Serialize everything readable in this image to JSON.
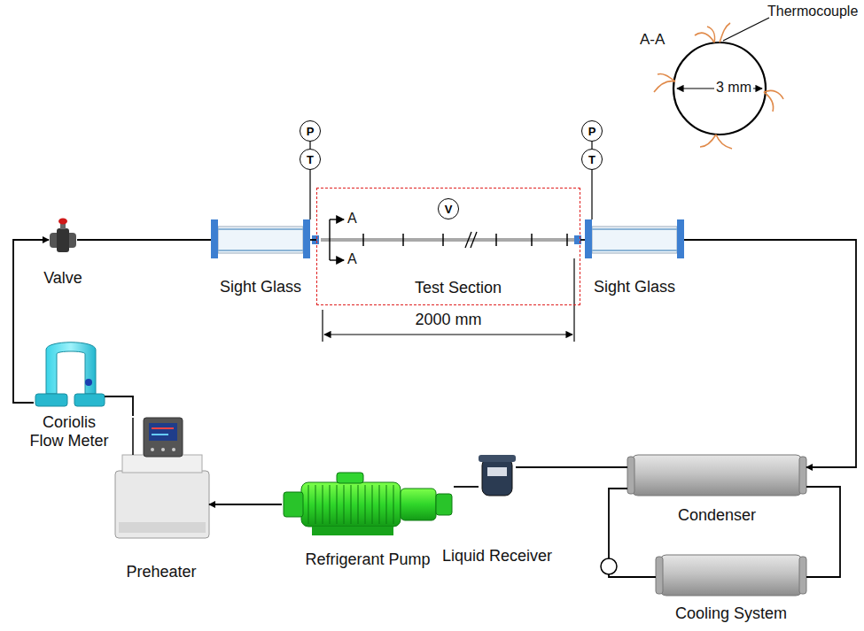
{
  "diagram": {
    "nodes": [
      {
        "text": [
          "P"
        ]
      },
      {
        "text": [
          "P"
        ]
      },
      {
        "text": [
          "T"
        ]
      },
      {
        "text": [
          "T"
        ]
      },
      {
        "text": [
          "Valve"
        ]
      },
      {
        "text": [
          "Sight Glass"
        ]
      },
      {
        "text": [
          "Test Section"
        ]
      },
      {
        "text": [
          "V"
        ],
        "in": 6
      },
      {
        "text": [
          "Sight Glass"
        ]
      },
      {
        "text": [
          "Coriolis Flow Meter"
        ]
      },
      {
        "text": [
          "Condenser"
        ]
      },
      {
        "text": [
          "Preheater"
        ]
      },
      {
        "text": [
          "Refrigerant Pump"
        ]
      },
      {
        "text": [
          "Liquid Receiver"
        ]
      },
      {
        "text": [
          "Cooling System"
        ]
      }
    ],
    "edges": [
      {
        "from": 9,
        "to": 4,
        "arrow": "to"
      },
      {
        "from": 4,
        "to": 5,
        "arrow": "none"
      },
      {
        "from": 5,
        "to": 6,
        "arrow": "none"
      },
      {
        "from": 6,
        "to": 8,
        "arrow": "none"
      },
      {
        "from": 8,
        "to": 10,
        "arrow": "to"
      },
      {
        "from": 10,
        "to": 13,
        "arrow": "none"
      },
      {
        "from": 13,
        "to": 12,
        "arrow": "none"
      },
      {
        "from": 12,
        "to": 11,
        "arrow": "to"
      },
      {
        "from": 11,
        "to": 9,
        "arrow": "none"
      },
      {
        "from": 10,
        "to": 14,
        "arrow": "none"
      },
      {
        "from": 14,
        "to": 10,
        "arrow": "none"
      },
      {
        "from": 0,
        "to": 2,
        "arrow": "none"
      },
      {
        "from": 1,
        "to": 3,
        "arrow": "none"
      },
      {
        "from": 2,
        "to": 5,
        "arrow": "none"
      },
      {
        "from": 3,
        "to": 8,
        "arrow": "none"
      }
    ],
    "labels": [
      "Thermocouple",
      "A-A",
      "3 mm",
      "A",
      "A",
      "2000 mm"
    ]
  }
}
